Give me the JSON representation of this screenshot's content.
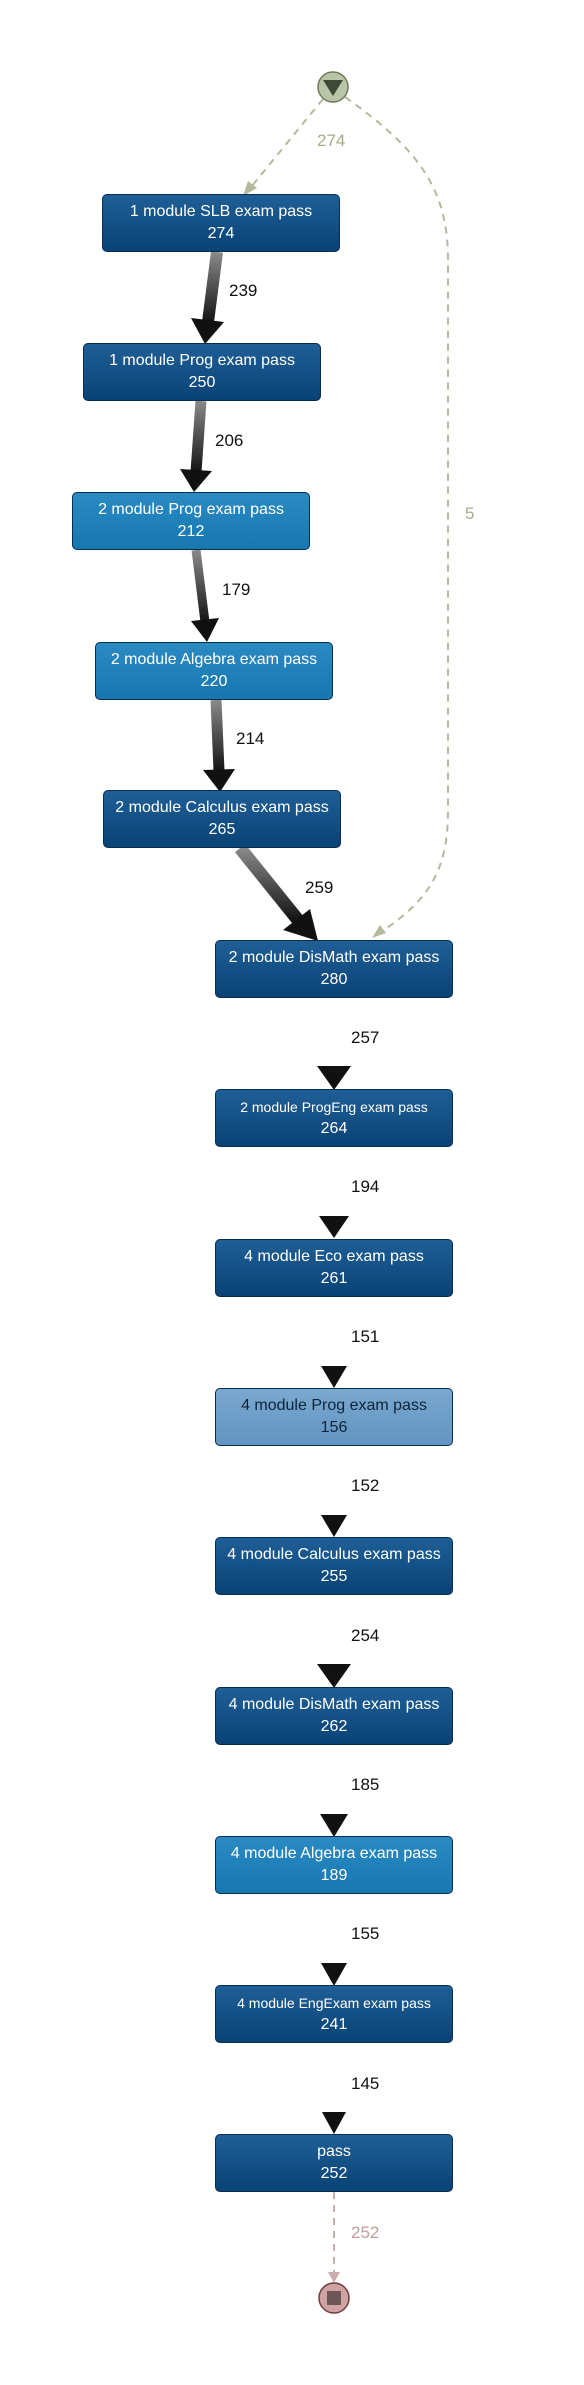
{
  "nodes": [
    {
      "id": "n1",
      "label": "1 module SLB exam pass",
      "count": "274",
      "shade": "dark"
    },
    {
      "id": "n2",
      "label": "1 module Prog exam pass",
      "count": "250",
      "shade": "dark"
    },
    {
      "id": "n3",
      "label": "2 module Prog exam pass",
      "count": "212",
      "shade": "mid"
    },
    {
      "id": "n4",
      "label": "2 module Algebra exam pass",
      "count": "220",
      "shade": "mid"
    },
    {
      "id": "n5",
      "label": "2 module Calculus exam pass",
      "count": "265",
      "shade": "dark"
    },
    {
      "id": "n6",
      "label": "2 module DisMath exam pass",
      "count": "280",
      "shade": "dark"
    },
    {
      "id": "n7",
      "label": "2 module ProgEng exam pass",
      "count": "264",
      "shade": "dark"
    },
    {
      "id": "n8",
      "label": "4 module Eco exam pass",
      "count": "261",
      "shade": "dark"
    },
    {
      "id": "n9",
      "label": "4 module Prog exam pass",
      "count": "156",
      "shade": "light"
    },
    {
      "id": "n10",
      "label": "4 module Calculus exam pass",
      "count": "255",
      "shade": "dark"
    },
    {
      "id": "n11",
      "label": "4 module DisMath exam pass",
      "count": "262",
      "shade": "dark"
    },
    {
      "id": "n12",
      "label": "4 module Algebra exam pass",
      "count": "189",
      "shade": "mid"
    },
    {
      "id": "n13",
      "label": "4 module EngExam exam pass",
      "count": "241",
      "shade": "dark"
    },
    {
      "id": "n14",
      "label": "pass",
      "count": "252",
      "shade": "dark"
    }
  ],
  "edges": {
    "start_n1": "274",
    "start_n6": "5",
    "n1_n2": "239",
    "n2_n3": "206",
    "n3_n4": "179",
    "n4_n5": "214",
    "n5_n6": "259",
    "n6_n7": "257",
    "n7_n8": "194",
    "n8_n9": "151",
    "n9_n10": "152",
    "n10_n11": "254",
    "n11_n12": "185",
    "n12_n13": "155",
    "n13_n14": "145",
    "n14_end": "252"
  },
  "colors": {
    "node_dark": "#0b4577",
    "node_mid": "#1b7cb6",
    "node_light": "#6b9dc8",
    "start_marker": "#b8c4a4",
    "end_marker": "#c99a98",
    "dashed_start": "#b5b99c",
    "dashed_end": "#c8aeac"
  }
}
